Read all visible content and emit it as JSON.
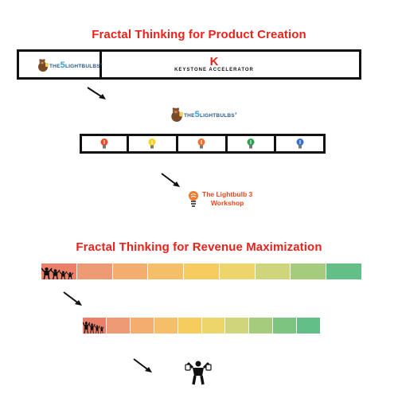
{
  "titles": {
    "product": "Fractal Thinking for Product Creation",
    "revenue": "Fractal Thinking for Revenue Maximization"
  },
  "logos": {
    "the_lightbulbs": {
      "prefix": "THE",
      "big": "5",
      "suffix": "LIGHTBULBS",
      "mark": "®"
    },
    "keystone": {
      "letter": "K",
      "name": "KEYSTONE ACCELERATOR"
    }
  },
  "bulbs": [
    {
      "color": "#e94b2c",
      "icon": "bulb-red-icon"
    },
    {
      "color": "#f4d21d",
      "icon": "bulb-yellow-icon"
    },
    {
      "color": "#f07030",
      "icon": "bulb-orange-icon"
    },
    {
      "color": "#2ea050",
      "icon": "bulb-green-icon"
    },
    {
      "color": "#3a6fd0",
      "icon": "bulb-blue-icon"
    }
  ],
  "workshop": {
    "line1": "The Lightbulb 3",
    "line2": "Workshop"
  },
  "bar1_colors": [
    "#ec7f6a",
    "#ee9a75",
    "#f3ad6e",
    "#f5be68",
    "#f6cc5f",
    "#eed56b",
    "#cfd57a",
    "#a4cc7c",
    "#62bf87"
  ],
  "bar2_colors": [
    "#ec7f6a",
    "#ee9a75",
    "#f3ad6e",
    "#f5be68",
    "#f6cc5f",
    "#eed56b",
    "#cfd57a",
    "#a4cc7c",
    "#7cc47f",
    "#62bf87"
  ],
  "colors": {
    "accent": "#e8231c",
    "border": "#111111"
  }
}
